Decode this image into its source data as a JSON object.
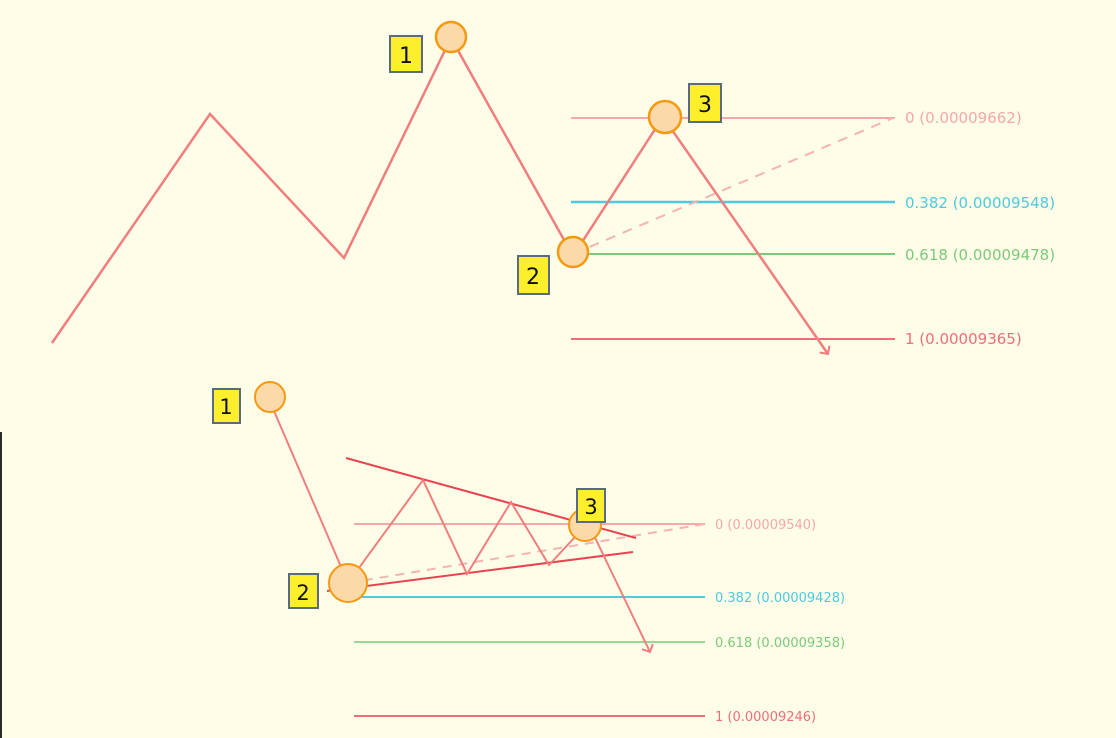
{
  "colors": {
    "background": "#fefde8",
    "price_line": "#f07e7e",
    "marker_fill": "#fcd9a8",
    "marker_stroke": "#f59a10",
    "tag_fill": "#fdef2c",
    "tag_stroke": "#5a6a80",
    "level_0": "#f5a8a8",
    "level_0382": "#4ec9e0",
    "level_0618": "#7cc97c",
    "level_1": "#ee6e78",
    "triangle": "#e8434f"
  },
  "top_diagram": {
    "point_labels": [
      "1",
      "2",
      "3"
    ],
    "levels": [
      {
        "ratio_text": "0 (0.00009662)"
      },
      {
        "ratio_text": "0.382 (0.00009548)"
      },
      {
        "ratio_text": "0.618 (0.00009478)"
      },
      {
        "ratio_text": "1 (0.00009365)"
      }
    ]
  },
  "bottom_diagram": {
    "point_labels": [
      "1",
      "2",
      "3"
    ],
    "levels": [
      {
        "ratio_text": "0 (0.00009540)"
      },
      {
        "ratio_text": "0.382 (0.00009428)"
      },
      {
        "ratio_text": "0.618 (0.00009358)"
      },
      {
        "ratio_text": "1 (0.00009246)"
      }
    ]
  }
}
